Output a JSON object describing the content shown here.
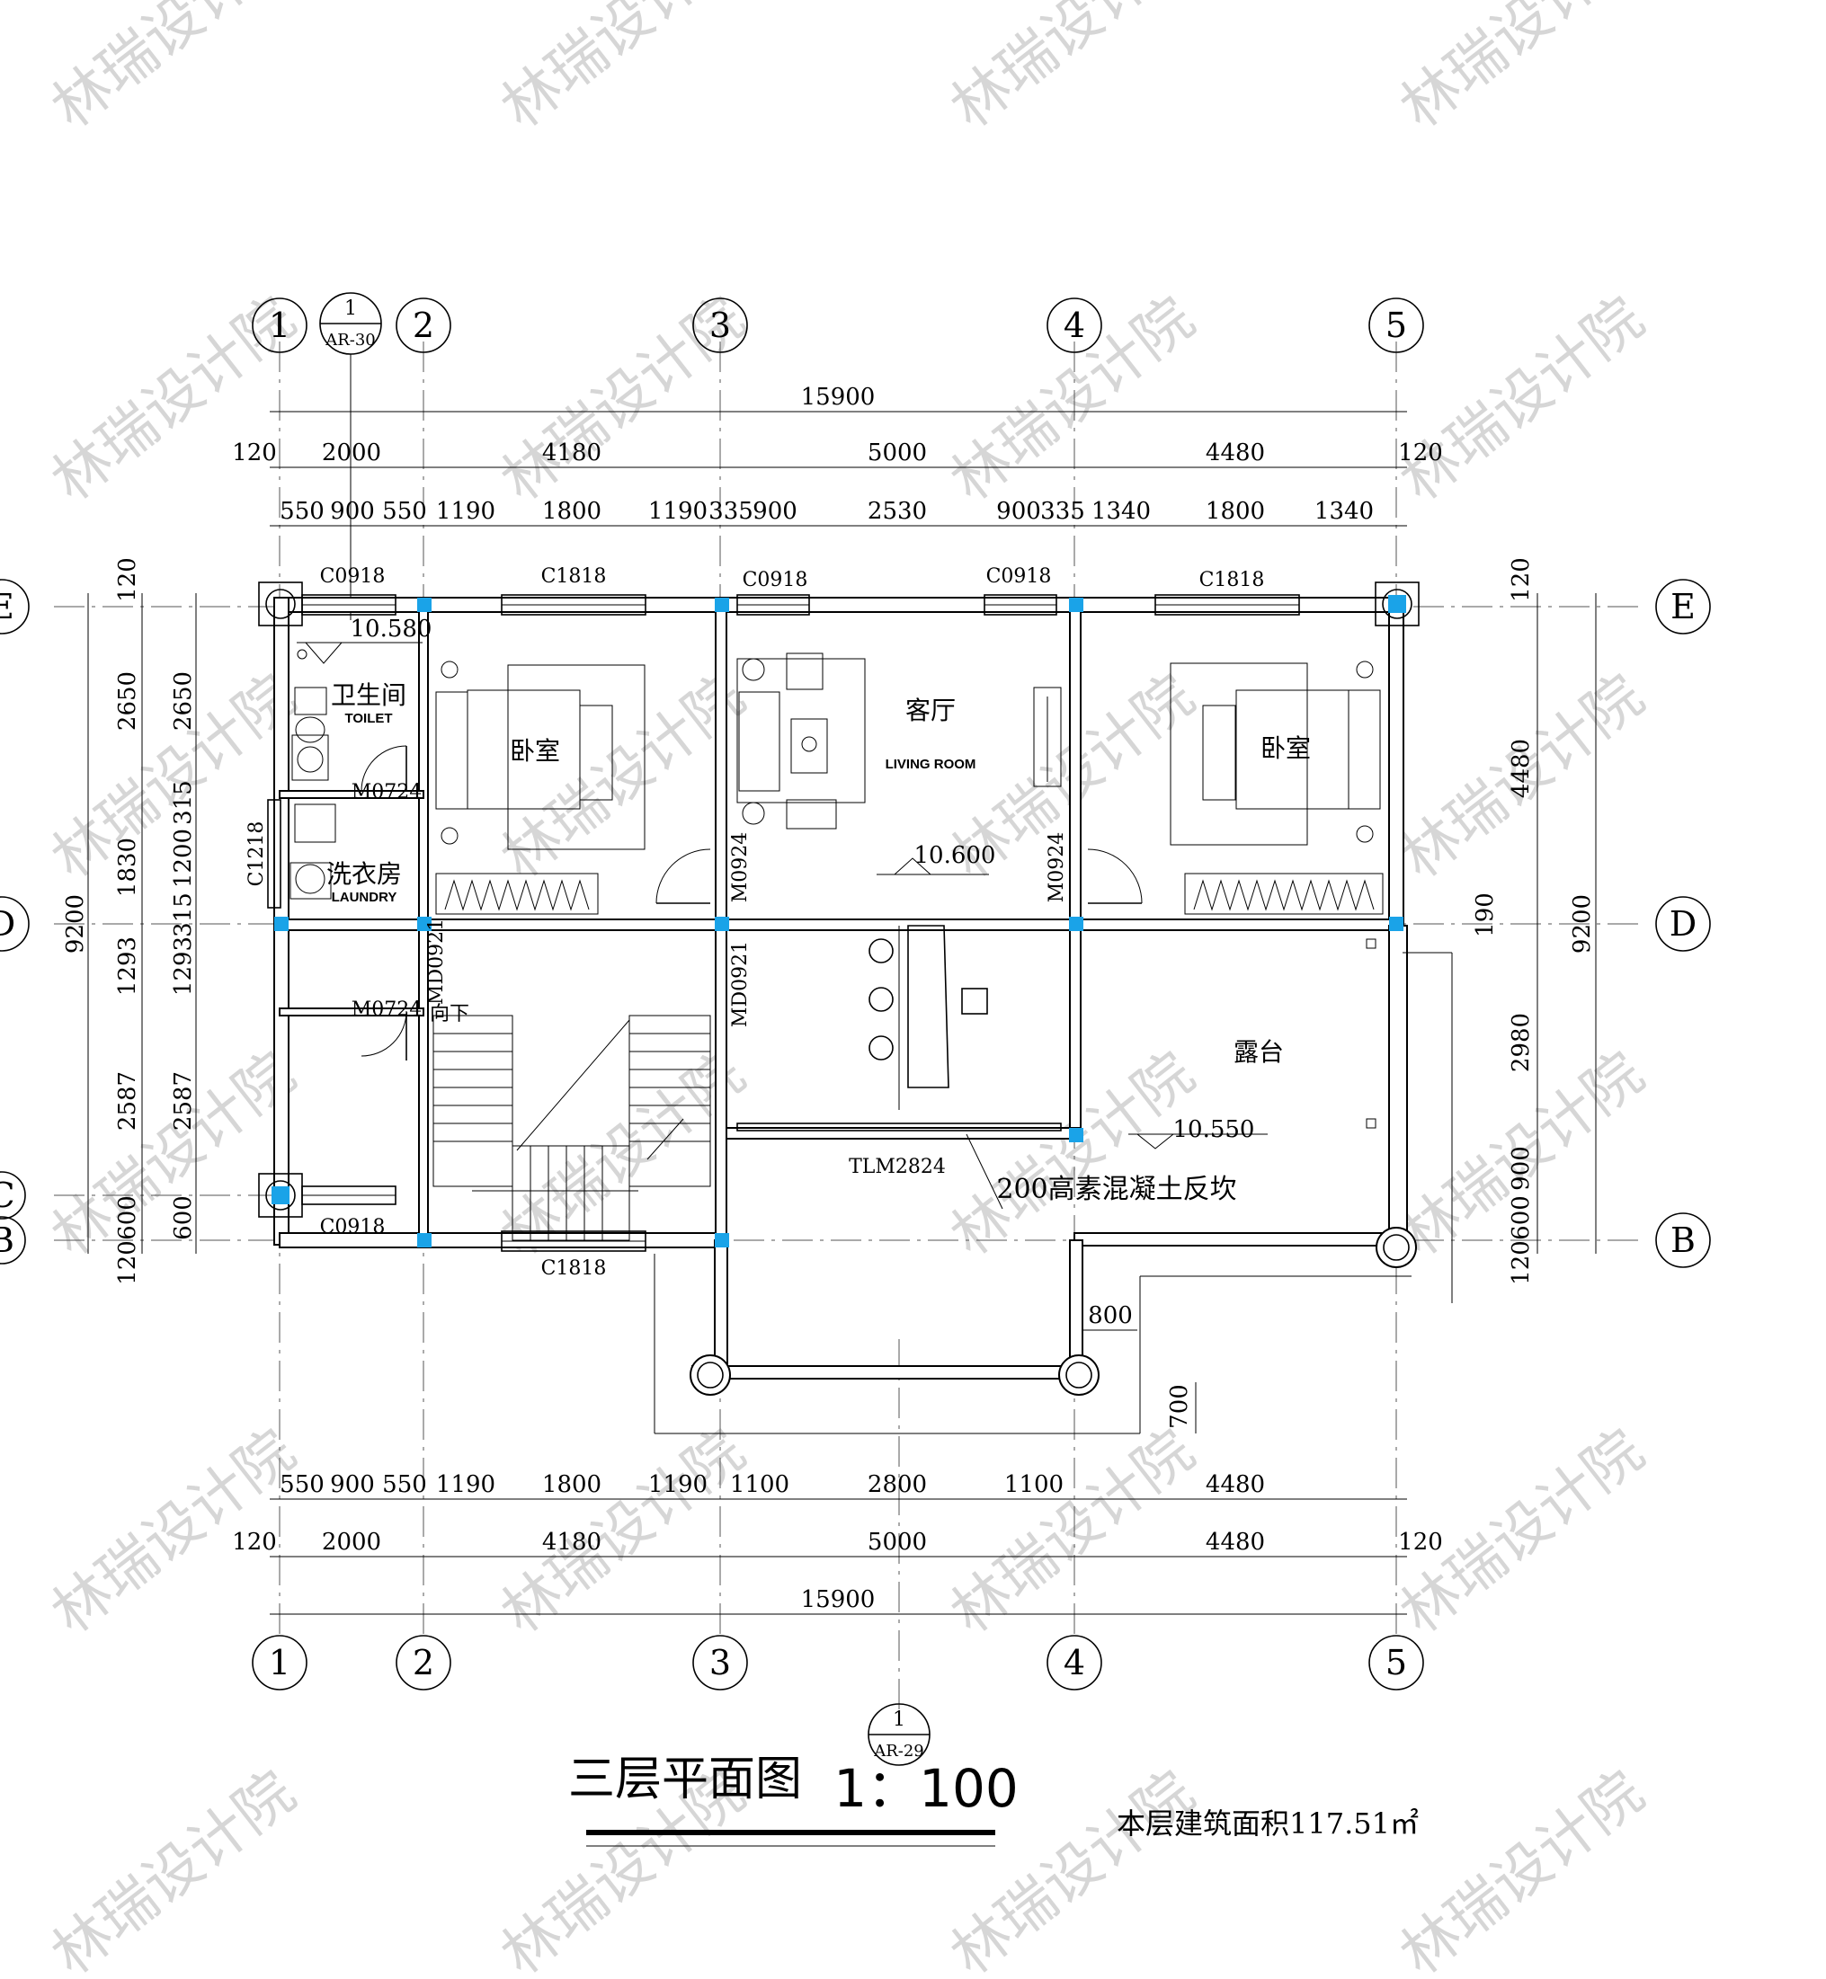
{
  "watermark": "林瑞设计院",
  "axes": {
    "vertical": [
      "1",
      "2",
      "3",
      "4",
      "5"
    ],
    "horizontal_left": [
      "E",
      "D",
      "C",
      "B"
    ],
    "horizontal_right": [
      "E",
      "D",
      "B"
    ]
  },
  "dims_top": {
    "overall": "15900",
    "bays": [
      "120",
      "2000",
      "4180",
      "5000",
      "4480",
      "120"
    ],
    "detail": [
      "550",
      "900",
      "550",
      "1190",
      "1800",
      "1190",
      "335",
      "900",
      "2530",
      "900",
      "335",
      "1340",
      "1800",
      "1340"
    ]
  },
  "dims_bottom": {
    "detail": [
      "550",
      "900",
      "550",
      "1190",
      "1800",
      "1190",
      "1100",
      "2800",
      "1100",
      "4480"
    ],
    "bays": [
      "120",
      "2000",
      "4180",
      "5000",
      "4480",
      "120"
    ],
    "overall": "15900"
  },
  "dims_left": {
    "overall": "9200",
    "outer": [
      "120",
      "2650",
      "1830",
      "1293",
      "2587",
      "600",
      "120"
    ],
    "inner": [
      "2650",
      "315",
      "1200",
      "315",
      "1293",
      "2587",
      "600"
    ]
  },
  "dims_right": {
    "overall": "9200",
    "segments": [
      "120",
      "4480",
      "190",
      "2980",
      "900",
      "600",
      "120"
    ]
  },
  "windows": [
    "C0918",
    "C1818",
    "C0918",
    "C0918",
    "C1818",
    "C0918",
    "C1818",
    "C1218"
  ],
  "doors": [
    "M0724",
    "M0724",
    "M0924",
    "M0924",
    "MD0921",
    "MD0921",
    "TLM2824"
  ],
  "elevations": [
    "10.580",
    "10.600",
    "10.550"
  ],
  "rooms": {
    "toilet_cn": "卫生间",
    "toilet_en": "TOILET",
    "laundry_cn": "洗衣房",
    "laundry_en": "LAUNDRY",
    "bedroom_left": "卧室",
    "bedroom_right": "卧室",
    "living_cn": "客厅",
    "living_en": "LIVING ROOM",
    "terrace": "露台"
  },
  "notes": {
    "stair_down": "向下",
    "curb": "200高素混凝土反坎",
    "dim_800": "800",
    "dim_700": "700"
  },
  "refs": {
    "top_num": "1",
    "top_sheet": "AR-30",
    "bottom_num": "1",
    "bottom_sheet": "AR-29"
  },
  "title": "三层平面图",
  "scale": "1：100",
  "area_note": "本层建筑面积117.51㎡",
  "colors": {
    "column": "#1aa3e8",
    "watermark": "#d6d6d6"
  }
}
